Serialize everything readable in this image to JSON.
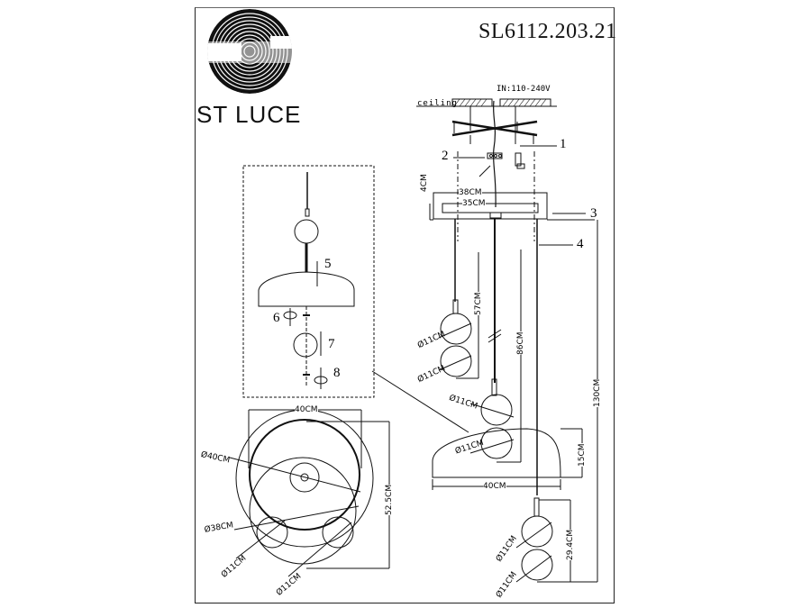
{
  "header": {
    "brand": "ST LUCE",
    "model_number": "SL6112.203.21"
  },
  "ceiling_section": {
    "ceiling_label": "ceiling",
    "input_voltage": "IN:110-240V"
  },
  "part_callouts": {
    "p1": "1",
    "p2": "2",
    "p3": "3",
    "p4": "4",
    "p5": "5",
    "p6": "6",
    "p7": "7",
    "p8": "8"
  },
  "dimensions": {
    "canopy_height": "4CM",
    "canopy_outer_width": "38CM",
    "canopy_inner_width": "35CM",
    "short_pendant_drop": "57CM",
    "middle_pendant_drop": "86CM",
    "total_drop": "130CM",
    "shade_height": "15CM",
    "shade_width": "40CM",
    "bottom_pendant_height": "29.4CM",
    "sphere_diameter": "Ø11CM",
    "top_view_width": "40CM",
    "top_view_depth": "52.5CM",
    "top_view_shade_diameter": "Ø40CM",
    "top_view_canopy_diameter": "Ø38CM"
  },
  "colors": {
    "line": "#111111",
    "border": "#222222",
    "background": "#ffffff"
  }
}
